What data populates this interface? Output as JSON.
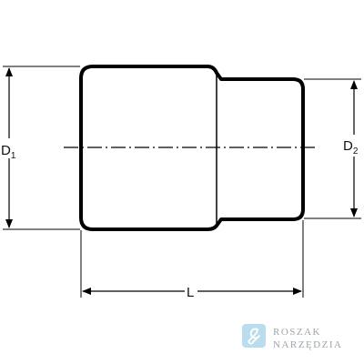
{
  "labels": {
    "d1_main": "D",
    "d1_sub": "1",
    "d2_main": "D",
    "d2_sub": "2",
    "length": "L"
  },
  "watermark": {
    "line1": "ROSZAK",
    "line2": "NARZĘDZIA",
    "icon": "wrench-icon",
    "icon_color": "#a8d4e8"
  },
  "colors": {
    "outline": "#000000",
    "background": "#ffffff"
  }
}
